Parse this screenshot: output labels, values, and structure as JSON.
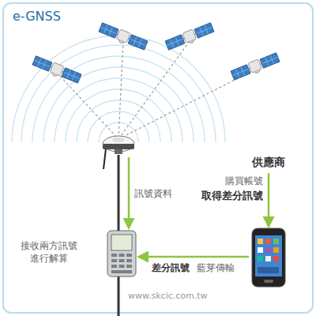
{
  "diagram": {
    "title": "e-GNSS",
    "nodes": [
      {
        "text": []
      },
      {
        "text": [
          "供應商"
        ]
      },
      {
        "text": [
          "接收兩方訊號 進行解算"
        ]
      },
      {
        "text": []
      }
    ],
    "edges": [
      {
        "from": 0,
        "to": 2,
        "label": "訊號資料",
        "arrow": "to"
      },
      {
        "from": 1,
        "to": 3,
        "label": "購買帳號",
        "arrow": "to"
      },
      {
        "from": 3,
        "to": 2,
        "label": "藍芽傳輸",
        "arrow": "to"
      }
    ],
    "labels": [
      "取得差分訊號",
      "差分訊號",
      "www.skcic.com.tw"
    ]
  }
}
